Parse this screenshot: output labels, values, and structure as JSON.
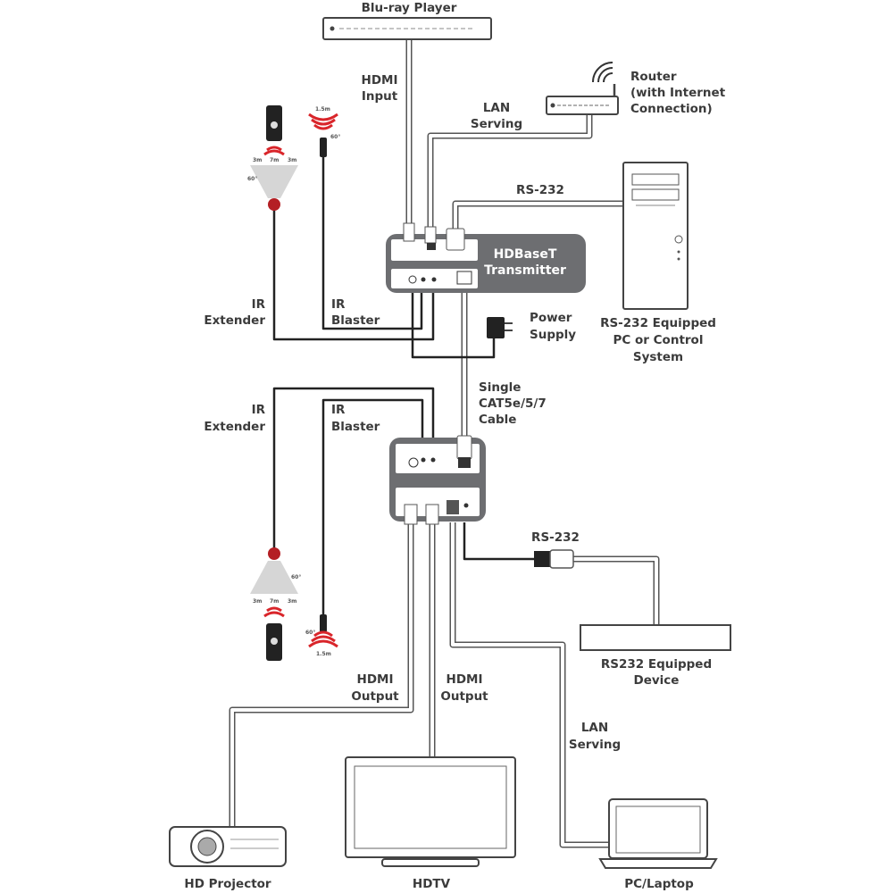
{
  "devices": {
    "bluray": "Blu-ray Player",
    "router": [
      "Router",
      "(with Internet",
      "Connection)"
    ],
    "pc": [
      "RS-232 Equipped",
      "PC or Control",
      "System"
    ],
    "transmitter": [
      "HDBaseT",
      "Transmitter"
    ],
    "power": [
      "Power",
      "Supply"
    ],
    "rs232_device": [
      "RS232 Equipped",
      "Device"
    ],
    "projector": "HD Projector",
    "hdtv": "HDTV",
    "laptop": "PC/Laptop"
  },
  "cables": {
    "hdmi_input": [
      "HDMI",
      "Input"
    ],
    "lan_serving_top": [
      "LAN",
      "Serving"
    ],
    "rs232_top": "RS-232",
    "ir_extender_tx": [
      "IR",
      "Extender"
    ],
    "ir_blaster_tx": [
      "IR",
      "Blaster"
    ],
    "cat": [
      "Single",
      "CAT5e/5/7",
      "Cable"
    ],
    "ir_extender_rx": [
      "IR",
      "Extender"
    ],
    "ir_blaster_rx": [
      "IR",
      "Blaster"
    ],
    "rs232_bottom": "RS-232",
    "hdmi_output_1": [
      "HDMI",
      "Output"
    ],
    "hdmi_output_2": [
      "HDMI",
      "Output"
    ],
    "lan_serving_bottom": [
      "LAN",
      "Serving"
    ]
  },
  "ir_specs": {
    "side_range": "3m",
    "center_range": "7m",
    "angle": "60°",
    "blaster_range": "1.5m"
  },
  "colors": {
    "ir_red": "#d9252a",
    "device_grey": "#6d6e71",
    "cable_outline": "#555555"
  }
}
